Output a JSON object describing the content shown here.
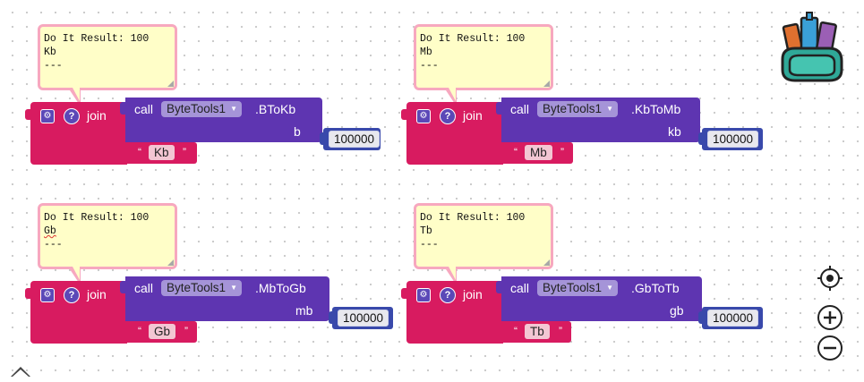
{
  "blocks": [
    {
      "result_lines": [
        "Do It Result: 100",
        "Kb",
        "---"
      ],
      "join_label": "join",
      "call_label": "call",
      "component": "ByteTools1",
      "method": ".BToKb",
      "param": "b",
      "number": "100000",
      "text": "Kb"
    },
    {
      "result_lines": [
        "Do It Result: 100",
        "Mb",
        "---"
      ],
      "join_label": "join",
      "call_label": "call",
      "component": "ByteTools1",
      "method": ".KbToMb",
      "param": "kb",
      "number": "100000",
      "text": "Mb"
    },
    {
      "result_lines": [
        "Do It Result: 100",
        "Gb",
        "---"
      ],
      "join_label": "join",
      "call_label": "call",
      "component": "ByteTools1",
      "method": ".MbToGb",
      "param": "mb",
      "number": "100000",
      "text": "Gb"
    },
    {
      "result_lines": [
        "Do It Result: 100",
        "Tb",
        "---"
      ],
      "join_label": "join",
      "call_label": "call",
      "component": "ByteTools1",
      "method": ".GbToTb",
      "param": "gb",
      "number": "100000",
      "text": "Tb"
    }
  ],
  "quote_open": "“",
  "quote_close": "”",
  "help_glyph": "?",
  "icons": {
    "backpack": "backpack-icon",
    "recenter": "crosshair-icon",
    "zoom_in": "plus-icon",
    "zoom_out": "minus-icon",
    "gear": "gear-icon",
    "help": "help-icon",
    "dropdown": "dropdown-arrow-icon",
    "scroll": "scroll-up-icon"
  },
  "colors": {
    "join": "#d81b60",
    "call": "#5e35b1",
    "number": "#3949ab",
    "bubble_bg": "#fffec8",
    "bubble_border": "#f7a8bf"
  }
}
